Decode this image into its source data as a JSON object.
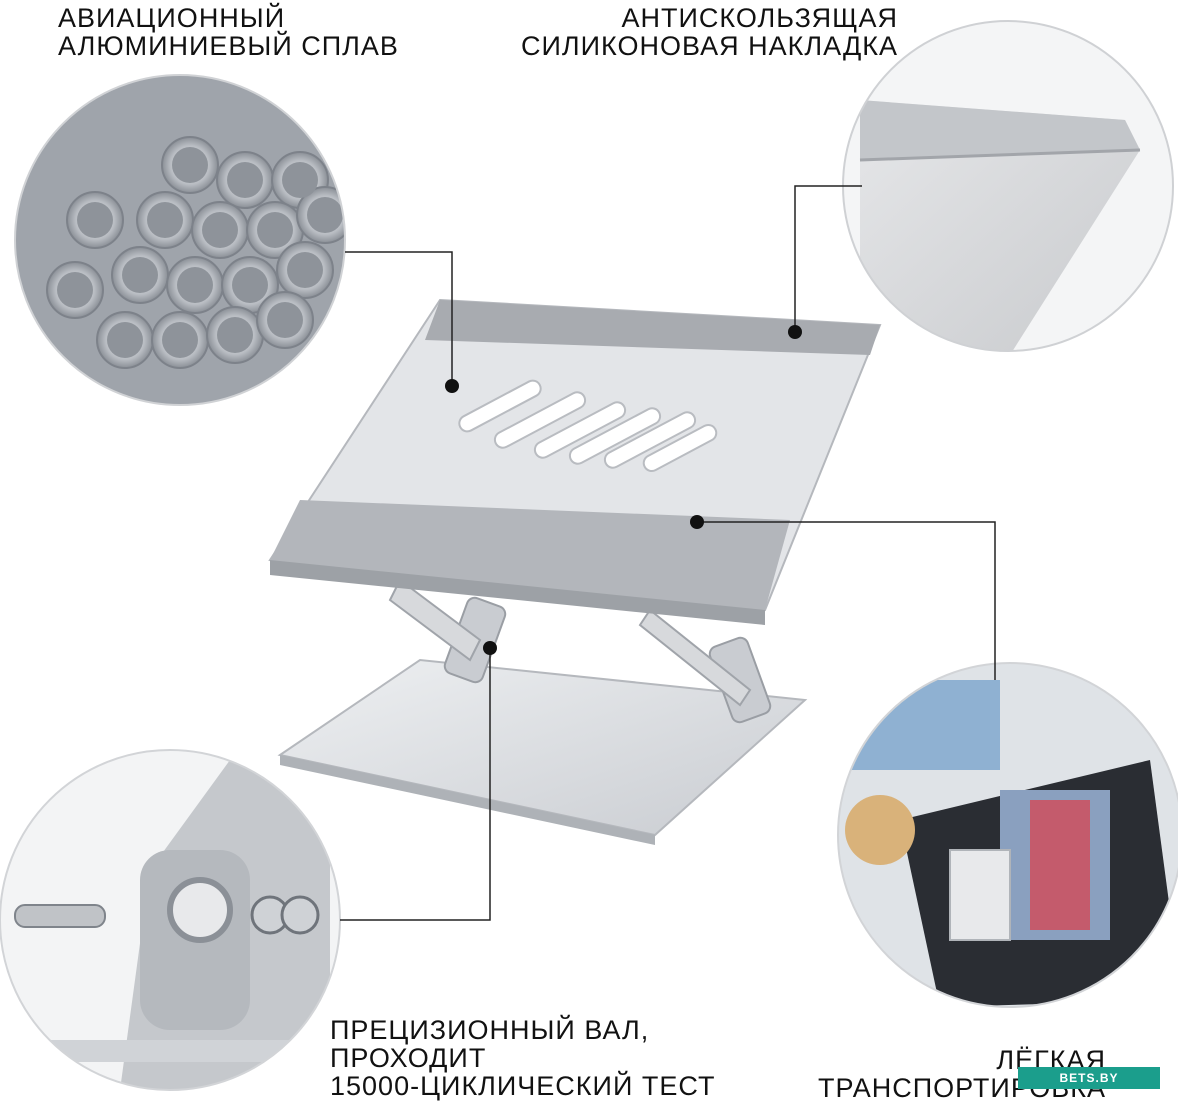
{
  "captions": {
    "alloy": [
      "АВИАЦИОННЫЙ",
      "АЛЮМИНИЕВЫЙ СПЛАВ"
    ],
    "pad": [
      "АНТИСКОЛЬЗЯЩАЯ",
      "СИЛИКОНОВАЯ НАКЛАДКА"
    ],
    "shaft": [
      "ПРЕЦИЗИОННЫЙ ВАЛ,",
      "ПРОХОДИТ",
      "15000-ЦИКЛИЧЕСКИЙ ТЕСТ"
    ],
    "travel": [
      "ЛЁГКАЯ",
      "ТРАНСПОРТИРОВКА"
    ]
  },
  "watermark": "BETS.BY",
  "icons": [
    "aluminum-tubes-image",
    "silicone-pad-image",
    "shaft-hinge-image",
    "suitcase-travel-image",
    "laptop-stand-image"
  ],
  "colors": {
    "aluminum": "#c9ccd1",
    "pad": "#a6a9ae",
    "line": "#222222",
    "watermark": "#1b9e8c"
  }
}
